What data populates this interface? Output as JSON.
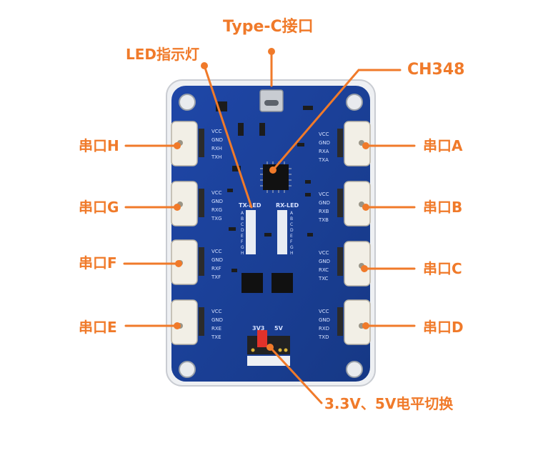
{
  "callouts": {
    "typec": "Type-C接口",
    "led": "LED指示灯",
    "chip": "CH348",
    "port_h": "串口H",
    "port_g": "串口G",
    "port_f": "串口F",
    "port_e": "串口E",
    "port_a": "串口A",
    "port_b": "串口B",
    "port_c": "串口C",
    "port_d": "串口D",
    "voltage": "3.3V、5V电平切换"
  },
  "board": {
    "tx_led": "TX-LED",
    "rx_led": "RX-LED",
    "jumper_3v3": "3V3",
    "jumper_5v": "5V",
    "led_letters": [
      "A",
      "B",
      "C",
      "D",
      "E",
      "F",
      "G",
      "H"
    ],
    "pins_common": [
      "VCC",
      "GND"
    ],
    "pins_h": [
      "RXH",
      "TXH"
    ],
    "pins_g": [
      "RXG",
      "TXG"
    ],
    "pins_f": [
      "RXF",
      "TXF"
    ],
    "pins_e": [
      "RXE",
      "TXE"
    ],
    "pins_a": [
      "RXA",
      "TXA"
    ],
    "pins_b": [
      "RXB",
      "TXB"
    ],
    "pins_c": [
      "RXC",
      "TXC"
    ],
    "pins_d": [
      "RXD",
      "TXD"
    ]
  },
  "colors": {
    "accent": "#f07a2a",
    "pcb": "#1b3f9a",
    "connector": "#f2efe6"
  }
}
